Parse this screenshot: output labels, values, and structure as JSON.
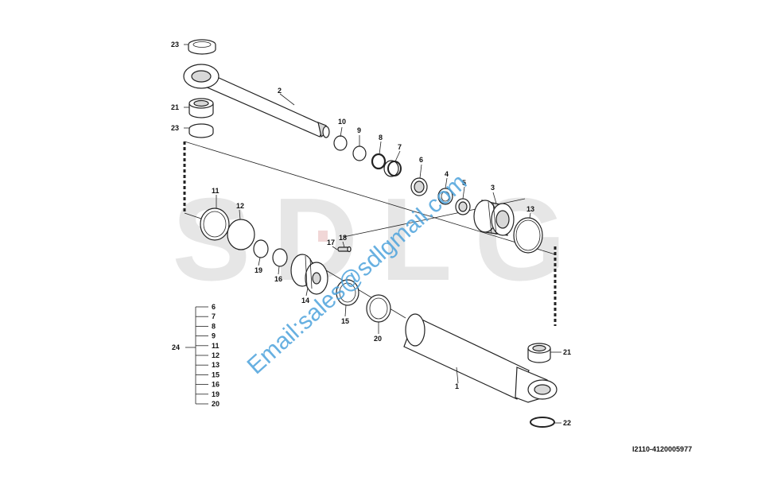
{
  "watermark": {
    "brand": "SDLG",
    "email": "Email:sales@sdlgmail.com"
  },
  "drawing_code": "I2110-4120005977",
  "callouts": {
    "p1": "1",
    "p2": "2",
    "p3": "3",
    "p4": "4",
    "p5": "5",
    "p6": "6",
    "p7": "7",
    "p8": "8",
    "p9": "9",
    "p10": "10",
    "p11": "11",
    "p12": "12",
    "p13": "13",
    "p14": "14",
    "p15": "15",
    "p16": "16",
    "p17": "17",
    "p18": "18",
    "p19": "19",
    "p20": "20",
    "p21a": "21",
    "p21b": "21",
    "p22": "22",
    "p23a": "23",
    "p23b": "23"
  },
  "kit": {
    "label": "24",
    "items": [
      "6",
      "7",
      "8",
      "9",
      "11",
      "12",
      "13",
      "15",
      "16",
      "19",
      "20"
    ]
  },
  "colors": {
    "watermark_grey": "#e6e6e6",
    "email_blue": "#4da3dc",
    "line": "#222222"
  }
}
